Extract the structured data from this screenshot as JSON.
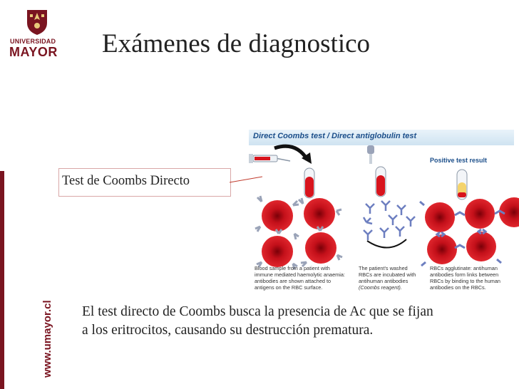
{
  "branding": {
    "university_line1": "UNIVERSIDAD",
    "university_line2": "MAYOR",
    "website": "www.umayor.cl",
    "color": "#7a1420"
  },
  "slide": {
    "title": "Exámenes de diagnostico",
    "label": "Test de Coombs Directo",
    "body_line1": "El test directo de Coombs busca la presencia de Ac que se fijan",
    "body_line2": "a los eritrocitos, causando su destrucción prematura."
  },
  "figure": {
    "header": "Direct Coombs test / Direct antiglobulin test",
    "positive_result": "Positive test result",
    "captions": [
      [
        "Blood sample from a patient with",
        "immune mediated haemolytic anaemia:",
        "antibodies are shown attached to",
        "antigens on the RBC surface."
      ],
      [
        "The patient's washed",
        "RBCs are incubated with",
        "antihuman antibodies",
        "(Coombs reagent)."
      ],
      [
        "RBCs agglutinate: antihuman",
        "antibodies form links between",
        "RBCs by binding to the human",
        "antibodies on the RBCs."
      ]
    ],
    "colors": {
      "rbc": "#d8141d",
      "antibody": "#9aa3b8",
      "reagent": "#6d7fc0"
    }
  }
}
